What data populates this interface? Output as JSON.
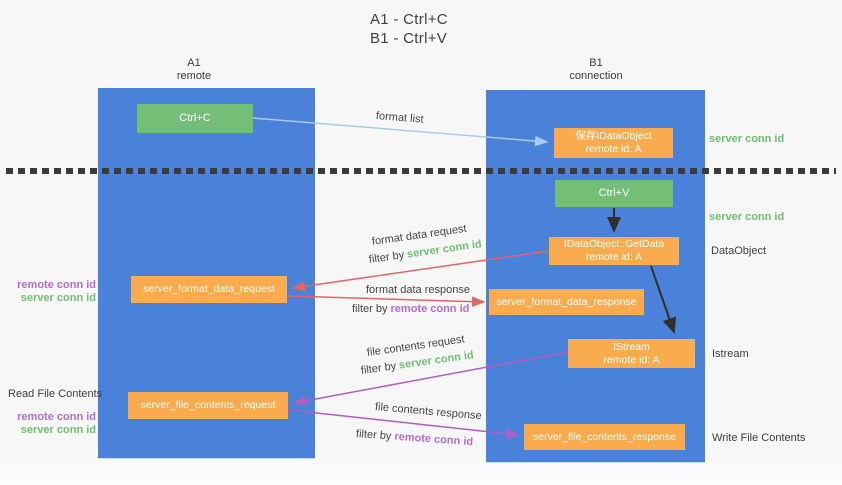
{
  "title": {
    "line1": "A1 - Ctrl+C",
    "line2": "B1 - Ctrl+V"
  },
  "lifelines": {
    "left": {
      "name": "A1",
      "role": "remote"
    },
    "right": {
      "name": "B1",
      "role": "connection"
    }
  },
  "boxes": {
    "ctrl_c": {
      "label": "Ctrl+C"
    },
    "save_idataobject": {
      "line1": "保存IDataObject",
      "line2": "remote id: A"
    },
    "ctrl_v": {
      "label": "Ctrl+V"
    },
    "getdata": {
      "line1": "IDataObject::GetData",
      "line2": "remote id: A"
    },
    "istream": {
      "line1": "IStream",
      "line2": "remote id: A"
    },
    "server_format_data_request": {
      "label": "server_format_data_request"
    },
    "server_format_data_response": {
      "label": "server_format_data_response"
    },
    "server_file_contents_request": {
      "label": "server_file_contents_request"
    },
    "server_file_contents_response": {
      "label": "server_file_contents_response"
    }
  },
  "edge_labels": {
    "format_list": {
      "text": "format list"
    },
    "format_request": {
      "text": "format data request",
      "filter_prefix": "filter by ",
      "filter_value": "server conn id"
    },
    "format_response": {
      "text": "format data response",
      "filter_prefix": "filter by ",
      "filter_value": "remote conn id"
    },
    "file_request": {
      "text": "file contents request",
      "filter_prefix": "filter by ",
      "filter_value": "server conn id"
    },
    "file_response": {
      "text": "file contents response",
      "filter_prefix": "filter by ",
      "filter_value": "remote conn id"
    }
  },
  "side_labels": {
    "right_server_conn_top": "server conn id",
    "right_server_conn_mid": "server conn id",
    "dataobject": "DataObject",
    "istream": "Istream",
    "write_file_contents": "Write File Contents",
    "left_remote_conn_1": "remote conn id",
    "left_server_conn_1": "server conn id",
    "read_file_contents": "Read File Contents",
    "left_remote_conn_2": "remote conn id",
    "left_server_conn_2": "server conn id"
  },
  "colors": {
    "lifeline_blue": "#4a81d9",
    "box_green": "#74bf78",
    "box_orange": "#f9ab4d",
    "arrow_light_blue": "#a6cbee",
    "arrow_red": "#e06666",
    "arrow_purple": "#b55cc2",
    "arrow_black": "#2f2f2f",
    "text_green": "#6dc071",
    "text_purple": "#b16dd6",
    "text_dark": "#3d3d3d"
  }
}
